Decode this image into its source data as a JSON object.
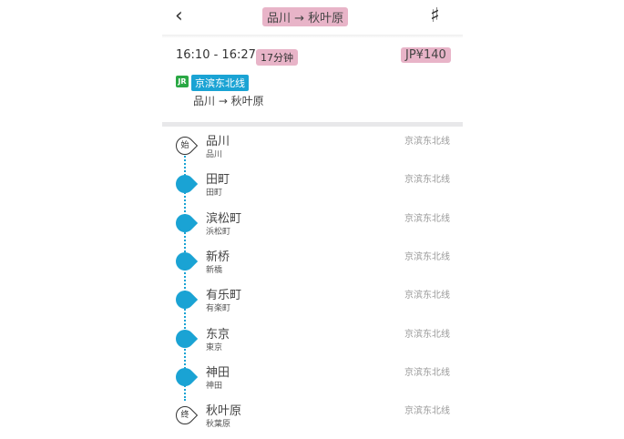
{
  "header": {
    "title": "品川 → 秋叶原",
    "back": "‹",
    "grid": "♯"
  },
  "summary": {
    "time": "16:10 - 16:27",
    "duration": "17分钟",
    "price": "JP¥140",
    "badge": "JR",
    "line": "京滨东北线",
    "route": "品川 → 秋叶原"
  },
  "stations": [
    {
      "name": "品川",
      "sub": "品川",
      "line": "京滨东北线",
      "marker": "始"
    },
    {
      "name": "田町",
      "sub": "田町",
      "line": "京滨东北线"
    },
    {
      "name": "滨松町",
      "sub": "浜松町",
      "line": "京滨东北线"
    },
    {
      "name": "新桥",
      "sub": "新橋",
      "line": "京滨东北线"
    },
    {
      "name": "有乐町",
      "sub": "有楽町",
      "line": "京滨东北线"
    },
    {
      "name": "东京",
      "sub": "東京",
      "line": "京滨东北线"
    },
    {
      "name": "神田",
      "sub": "神田",
      "line": "京滨东北线"
    },
    {
      "name": "秋叶原",
      "sub": "秋葉原",
      "line": "京滨东北线",
      "marker": "终"
    }
  ],
  "colors": {
    "accent": "#1aa3d4",
    "jr": "#2aa844",
    "highlight": "#e8b4c8"
  }
}
